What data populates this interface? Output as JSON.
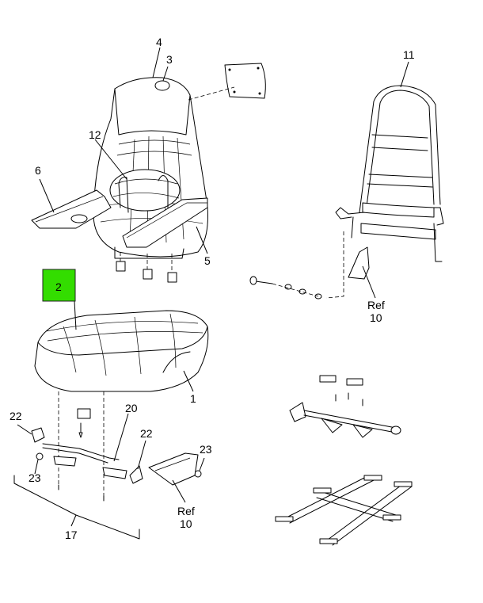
{
  "callouts": {
    "c1": "1",
    "c2": "2",
    "c3": "3",
    "c4": "4",
    "c5": "5",
    "c6": "6",
    "c11": "11",
    "c12": "12",
    "c17": "17",
    "c20": "20",
    "c22a": "22",
    "c22b": "22",
    "c23a": "23",
    "c23b": "23",
    "ref_a": "Ref",
    "ref_a_num": "10",
    "ref_b": "Ref",
    "ref_b_num": "10"
  },
  "highlight_color": "#33dd00"
}
